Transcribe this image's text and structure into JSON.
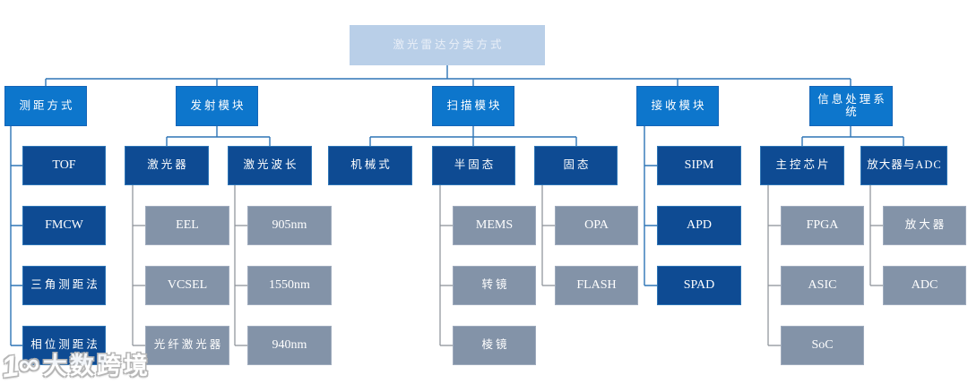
{
  "tree": {
    "root": {
      "label": "激光雷达分类方式"
    },
    "branches": [
      {
        "label": "测距方式",
        "children": [
          {
            "label": "TOF"
          },
          {
            "label": "FMCW"
          },
          {
            "label": "三角测距法"
          },
          {
            "label": "相位测距法"
          }
        ]
      },
      {
        "label": "发射模块",
        "children": [
          {
            "label": "激光器",
            "children": [
              {
                "label": "EEL"
              },
              {
                "label": "VCSEL"
              },
              {
                "label": "光纤激光器"
              }
            ]
          },
          {
            "label": "激光波长",
            "children": [
              {
                "label": "905nm"
              },
              {
                "label": "1550nm"
              },
              {
                "label": "940nm"
              }
            ]
          }
        ]
      },
      {
        "label": "扫描模块",
        "children": [
          {
            "label": "机械式"
          },
          {
            "label": "半固态",
            "children": [
              {
                "label": "MEMS"
              },
              {
                "label": "转镜"
              },
              {
                "label": "棱镜"
              }
            ]
          },
          {
            "label": "固态",
            "children": [
              {
                "label": "OPA"
              },
              {
                "label": "FLASH"
              }
            ]
          }
        ]
      },
      {
        "label": "接收模块",
        "children": [
          {
            "label": "SIPM"
          },
          {
            "label": "APD"
          },
          {
            "label": "SPAD"
          }
        ]
      },
      {
        "label": "信息处理系统",
        "children": [
          {
            "label": "主控芯片",
            "children": [
              {
                "label": "FPGA"
              },
              {
                "label": "ASIC"
              },
              {
                "label": "SoC"
              }
            ]
          },
          {
            "label": "放大器与ADC",
            "children": [
              {
                "label": "放大器"
              },
              {
                "label": "ADC"
              }
            ]
          }
        ]
      }
    ]
  },
  "watermark": {
    "logo": "1∞",
    "brand": "大数跨境"
  },
  "colors": {
    "root_fill": "#b9cfe8",
    "level1_fill": "#0d76cc",
    "dark_fill": "#0e4b93",
    "gray_fill": "#8393a8",
    "connector_blue": "#2e75b6",
    "connector_gray": "#8a8f96"
  }
}
